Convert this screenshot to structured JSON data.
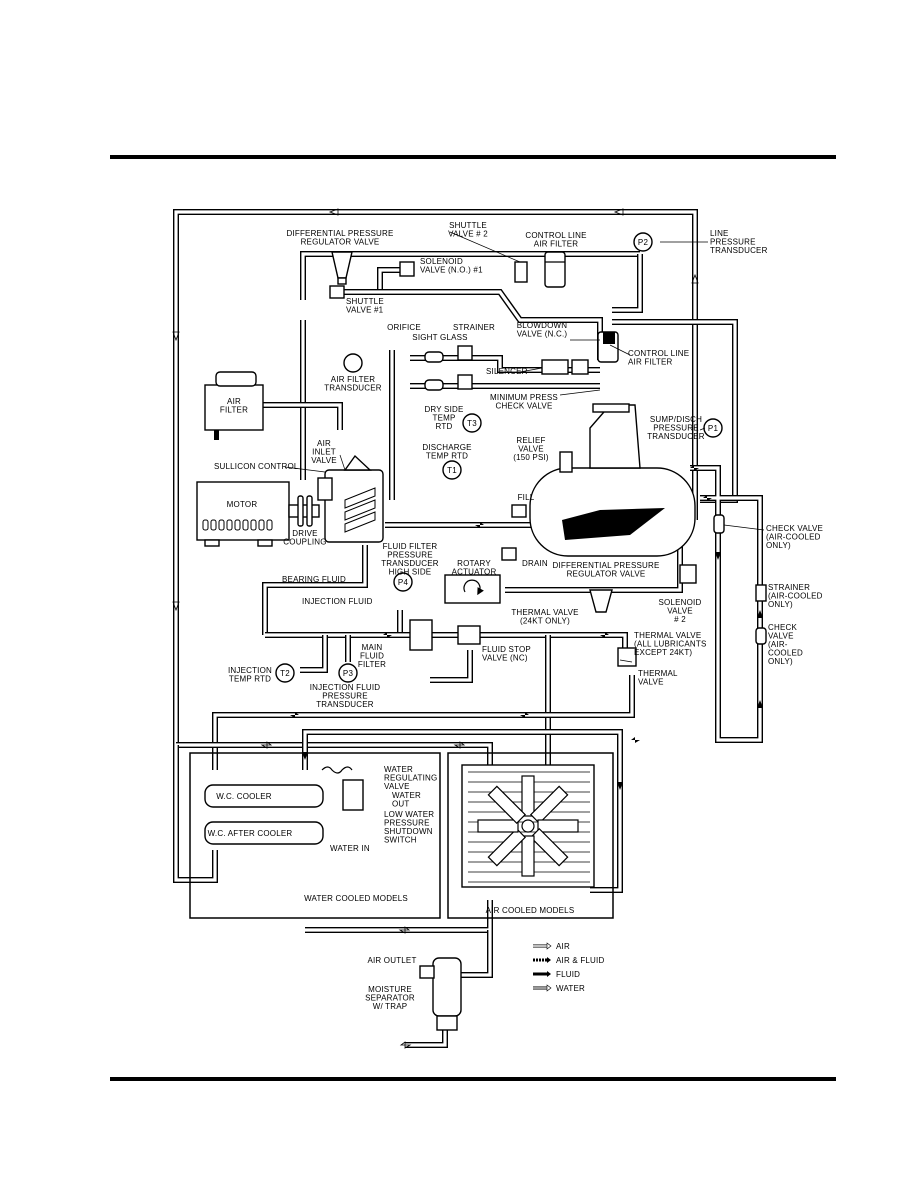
{
  "components": {
    "differential_pressure_regulator_valve_top": "DIFFERENTIAL PRESSURE\nREGULATOR VALVE",
    "shuttle_valve_2": "SHUTTLE\nVALVE # 2",
    "control_line_air_filter_top": "CONTROL LINE\nAIR FILTER",
    "p2": "P2",
    "line_pressure_transducer": "LINE\nPRESSURE\nTRANSDUCER",
    "solenoid_valve_1": "SOLENOID\nVALVE (N.O.) #1",
    "shuttle_valve_1": "SHUTTLE\nVALVE #1",
    "orifice": "ORIFICE",
    "sight_glass": "SIGHT GLASS",
    "strainer": "STRAINER",
    "blowdown_valve": "BLOWDOWN\nVALVE (N.C.)",
    "control_line_air_filter_right": "CONTROL LINE\nAIR FILTER",
    "silencer": "SILENCER",
    "air_filter": "AIR\nFILTER",
    "air_filter_transducer": "AIR FILTER\nTRANSDUCER",
    "minimum_press_check_valve": "MINIMUM PRESS\nCHECK VALVE",
    "dry_side_temp_rtd": "DRY SIDE\nTEMP\nRTD",
    "t3": "T3",
    "sump_disch_pressure_transducer": "SUMP/DISCH\nPRESSURE\nTRANSDUCER",
    "p1": "P1",
    "air_inlet_valve": "AIR\nINLET\nVALVE",
    "discharge_temp_rtd": "DISCHARGE\nTEMP RTD",
    "t1": "T1",
    "relief_valve": "RELIEF\nVALVE\n(150 PSI)",
    "sullicon_control": "SULLICON CONTROL",
    "motor": "MOTOR",
    "fill": "FILL",
    "drive_coupling": "DRIVE\nCOUPLING",
    "check_valve_air_cooled": "CHECK VALVE\n(AIR-COOLED\nONLY)",
    "fluid_filter_pressure_transducer": "FLUID FILTER\nPRESSURE\nTRANSDUCER\nHIGH SIDE",
    "rotary_actuator": "ROTARY\nACTUATOR",
    "drain": "DRAIN",
    "differential_pressure_regulator_valve_bottom": "DIFFERENTIAL PRESSURE\nREGULATOR VALVE",
    "p4": "P4",
    "bearing_fluid": "BEARING FLUID",
    "solenoid_valve_2": "SOLENOID\nVALVE\n# 2",
    "strainer_air_cooled": "STRAINER\n(AIR-COOLED\nONLY)",
    "injection_fluid": "INJECTION FLUID",
    "thermal_valve_24kt": "THERMAL VALVE\n(24KT ONLY)",
    "check_valve_air_cooled_2": "CHECK\nVALVE\n(AIR-\nCOOLED\nONLY)",
    "thermal_valve_all": "THERMAL VALVE\n(ALL LUBRICANTS\nEXCEPT 24KT)",
    "main_fluid_filter": "MAIN\nFLUID\nFILTER",
    "fluid_stop_valve": "FLUID STOP\nVALVE (NC)",
    "thermal_valve": "THERMAL\nVALVE",
    "injection_temp_rtd": "INJECTION\nTEMP RTD",
    "t2": "T2",
    "p3": "P3",
    "injection_fluid_pressure_transducer": "INJECTION FLUID\nPRESSURE\nTRANSDUCER",
    "water_regulating_valve": "WATER\nREGULATING\nVALVE",
    "water_out": "WATER\nOUT",
    "wc_cooler": "W.C. COOLER",
    "low_water_pressure_switch": "LOW WATER\nPRESSURE\nSHUTDOWN\nSWITCH",
    "wc_after_cooler": "W.C. AFTER COOLER",
    "water_in": "WATER IN",
    "water_cooled_models": "WATER COOLED MODELS",
    "air_cooled_models": "AIR COOLED MODELS",
    "air_outlet": "AIR OUTLET",
    "moisture_separator": "MOISTURE\nSEPARATOR\nW/ TRAP"
  },
  "legend": [
    {
      "symbol": "air",
      "label": "AIR"
    },
    {
      "symbol": "air-fluid",
      "label": "AIR & FLUID"
    },
    {
      "symbol": "fluid",
      "label": "FLUID"
    },
    {
      "symbol": "water",
      "label": "WATER"
    }
  ]
}
